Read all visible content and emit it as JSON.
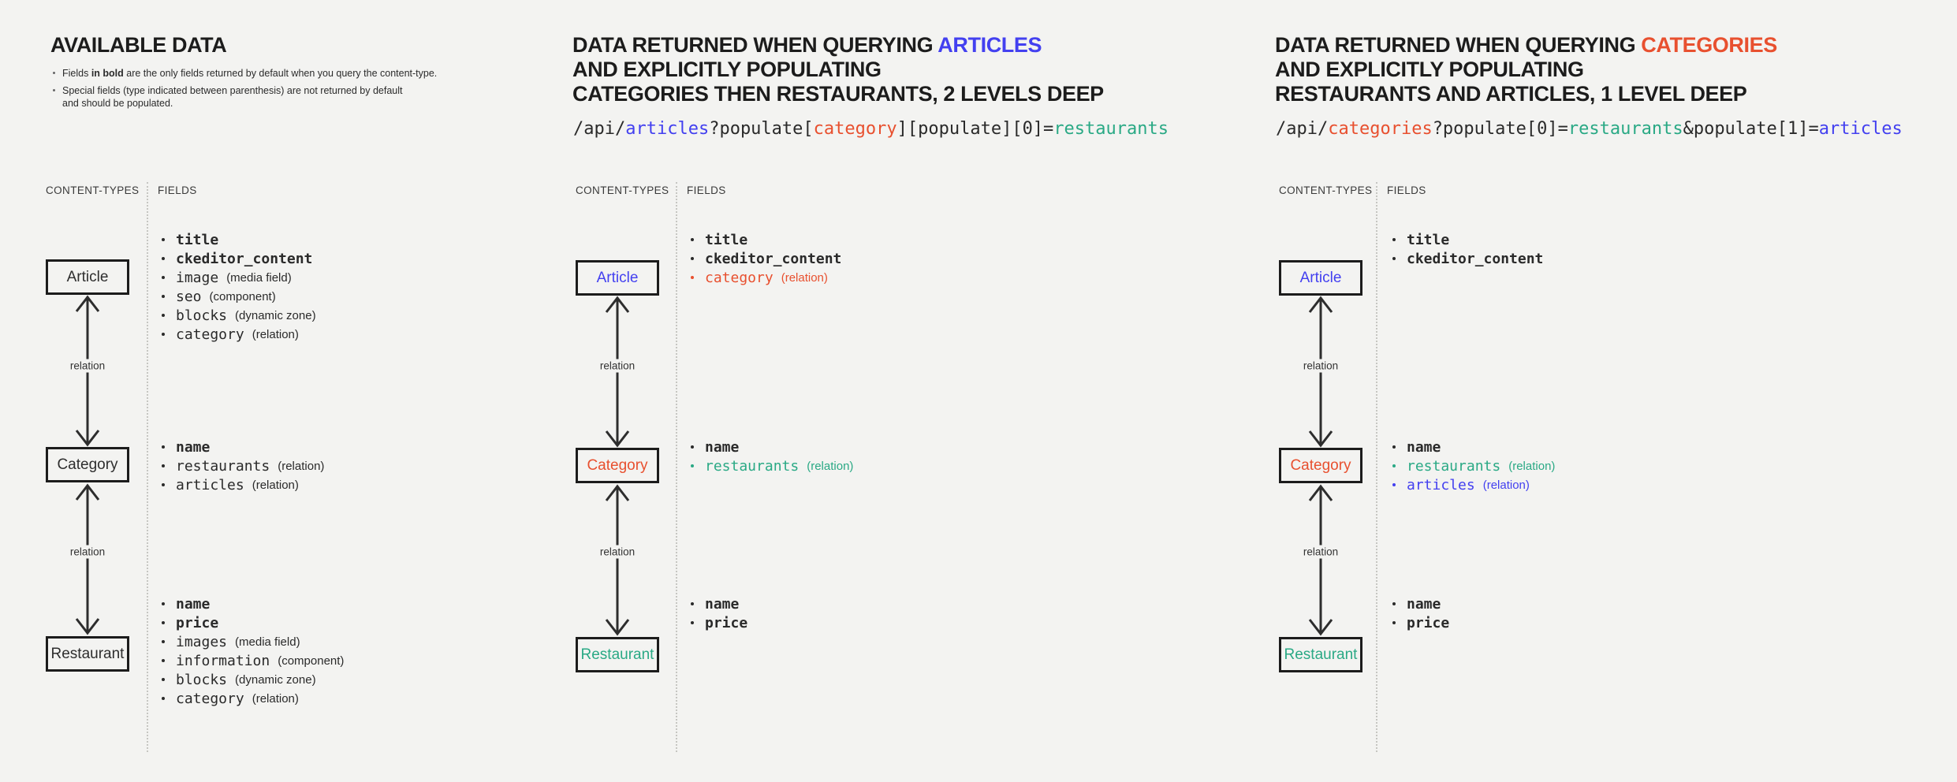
{
  "labels": {
    "content_types": "CONTENT-TYPES",
    "fields": "FIELDS",
    "relation": "relation"
  },
  "colors": {
    "ink": "#2a2a2a",
    "blue": "#4340f0",
    "red": "#e8502f",
    "teal": "#2aa985",
    "background": "#f3f3f1"
  },
  "panels": [
    {
      "name": "available-data",
      "title_lines": [
        [
          {
            "t": "AVAILABLE DATA"
          }
        ]
      ],
      "notes": [
        {
          "segments": [
            {
              "t": "Fields "
            },
            {
              "t": "in bold",
              "b": true
            },
            {
              "t": " are the only fields returned by default when you query the content-type."
            }
          ]
        },
        {
          "segments": [
            {
              "t": "Special fields (type indicated between parenthesis) are not returned by default\nand should be populated."
            }
          ]
        }
      ],
      "nodes": [
        {
          "label": "Article",
          "color": "#2e2e2e",
          "fields": [
            {
              "name": "title",
              "bold": true
            },
            {
              "name": "ckeditor_content",
              "bold": true
            },
            {
              "name": "image",
              "type": "(media field)"
            },
            {
              "name": "seo",
              "type": "(component)"
            },
            {
              "name": "blocks",
              "type": "(dynamic zone)"
            },
            {
              "name": "category",
              "type": "(relation)"
            }
          ]
        },
        {
          "label": "Category",
          "color": "#2e2e2e",
          "fields": [
            {
              "name": "name",
              "bold": true
            },
            {
              "name": "restaurants",
              "type": "(relation)"
            },
            {
              "name": "articles",
              "type": "(relation)"
            }
          ]
        },
        {
          "label": "Restaurant",
          "color": "#2e2e2e",
          "fields": [
            {
              "name": "name",
              "bold": true
            },
            {
              "name": "price",
              "bold": true
            },
            {
              "name": "images",
              "type": "(media field)"
            },
            {
              "name": "information",
              "type": "(component)"
            },
            {
              "name": "blocks",
              "type": "(dynamic zone)"
            },
            {
              "name": "category",
              "type": "(relation)"
            }
          ]
        }
      ]
    },
    {
      "name": "query-articles-2-levels",
      "title_lines": [
        [
          {
            "t": "DATA RETURNED WHEN QUERYING "
          },
          {
            "t": "ARTICLES",
            "c": "#4340f0"
          }
        ],
        [
          {
            "t": "AND EXPLICITLY POPULATING"
          }
        ],
        [
          {
            "t": "CATEGORIES THEN RESTAURANTS, 2 LEVELS DEEP"
          }
        ]
      ],
      "api_segments": [
        {
          "t": "/api/"
        },
        {
          "t": "articles",
          "c": "#4340f0"
        },
        {
          "t": "?populate["
        },
        {
          "t": "category",
          "c": "#e8502f"
        },
        {
          "t": "][populate][0]="
        },
        {
          "t": "restaurants",
          "c": "#2aa985"
        }
      ],
      "nodes": [
        {
          "label": "Article",
          "color": "#4340f0",
          "fields": [
            {
              "name": "title",
              "bold": true
            },
            {
              "name": "ckeditor_content",
              "bold": true
            },
            {
              "name": "category",
              "type": "(relation)",
              "color": "#e8502f"
            }
          ]
        },
        {
          "label": "Category",
          "color": "#e8502f",
          "fields": [
            {
              "name": "name",
              "bold": true
            },
            {
              "name": "restaurants",
              "type": "(relation)",
              "color": "#2aa985"
            }
          ]
        },
        {
          "label": "Restaurant",
          "color": "#2aa985",
          "fields": [
            {
              "name": "name",
              "bold": true
            },
            {
              "name": "price",
              "bold": true
            }
          ]
        }
      ]
    },
    {
      "name": "query-categories-1-level",
      "title_lines": [
        [
          {
            "t": "DATA RETURNED WHEN QUERYING "
          },
          {
            "t": "CATEGORIES",
            "c": "#e8502f"
          }
        ],
        [
          {
            "t": "AND EXPLICITLY POPULATING"
          }
        ],
        [
          {
            "t": "RESTAURANTS AND ARTICLES, 1 LEVEL DEEP"
          }
        ]
      ],
      "api_segments": [
        {
          "t": "/api/"
        },
        {
          "t": "categories",
          "c": "#e8502f"
        },
        {
          "t": "?populate[0]="
        },
        {
          "t": "restaurants",
          "c": "#2aa985"
        },
        {
          "t": "&populate[1]="
        },
        {
          "t": "articles",
          "c": "#4340f0"
        }
      ],
      "nodes": [
        {
          "label": "Article",
          "color": "#4340f0",
          "fields": [
            {
              "name": "title",
              "bold": true
            },
            {
              "name": "ckeditor_content",
              "bold": true
            }
          ]
        },
        {
          "label": "Category",
          "color": "#e8502f",
          "fields": [
            {
              "name": "name",
              "bold": true
            },
            {
              "name": "restaurants",
              "type": "(relation)",
              "color": "#2aa985"
            },
            {
              "name": "articles",
              "type": "(relation)",
              "color": "#4340f0"
            }
          ]
        },
        {
          "label": "Restaurant",
          "color": "#2aa985",
          "fields": [
            {
              "name": "name",
              "bold": true
            },
            {
              "name": "price",
              "bold": true
            }
          ]
        }
      ]
    }
  ]
}
